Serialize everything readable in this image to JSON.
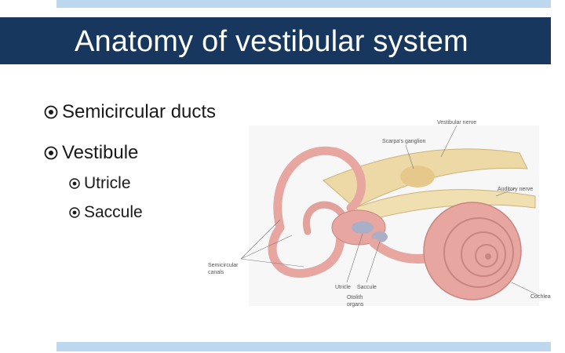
{
  "slide": {
    "title": "Anatomy of vestibular system",
    "bullets": [
      {
        "text": "Semicircular ducts",
        "level": 1
      },
      {
        "text": "Vestibule",
        "level": 1
      },
      {
        "text": "Utricle",
        "level": 2
      },
      {
        "text": "Saccule",
        "level": 2
      }
    ],
    "bullet_icon": "circled-dot-icon"
  },
  "figure": {
    "labels": {
      "vestibular_nerve": "Vestibular nerve",
      "scarpas_ganglion": "Scarpa's ganglion",
      "auditory_nerve": "Auditory nerve",
      "semicircular_canals_1": "Semicircular",
      "semicircular_canals_2": "canals",
      "utricle": "Utricle",
      "saccule": "Saccule",
      "otolith_1": "Otolith",
      "otolith_2": "organs",
      "cochlea": "Cochlea"
    }
  },
  "colors": {
    "title_bar": "#17375e",
    "accent_strip": "#bdd7ee",
    "tissue": "#e8a6a0",
    "nerve": "#ecd9a6"
  }
}
